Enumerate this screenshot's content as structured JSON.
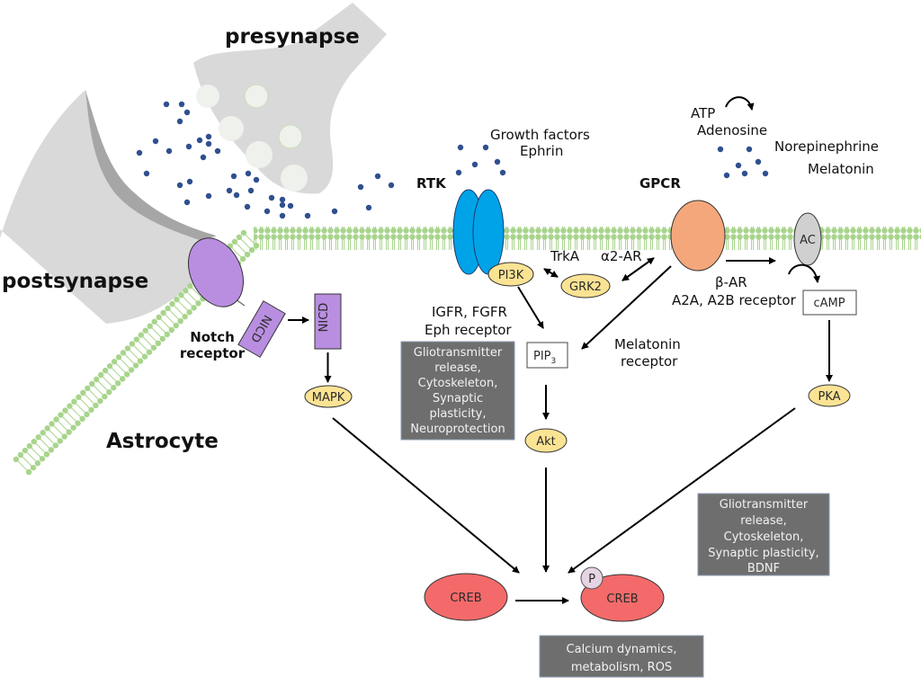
{
  "regions": {
    "presynapse": "presynapse",
    "postsynapse": "postsynapse",
    "astrocyte": "Astrocyte"
  },
  "receptors": {
    "notch": {
      "label_line1": "Notch",
      "label_line2": "receptor",
      "domain": "NICD"
    },
    "rtk": {
      "label": "RTK",
      "ligands_line1": "Growth factors",
      "ligands_line2": "Ephrin",
      "subtypes_line1": "IGFR, FGFR",
      "subtypes_line2": "Eph receptor"
    },
    "gpcr": {
      "label": "GPCR",
      "ligand_atp": "ATP",
      "ligand_adenosine": "Adenosine",
      "ligand_norepinephrine": "Norepinephrine",
      "ligand_melatonin": "Melatonin",
      "subtypes_beta_line1": "β-AR",
      "subtypes_beta_line2": "A2A, A2B receptor",
      "melatonin_receptor_line1": "Melatonin",
      "melatonin_receptor_line2": "receptor",
      "alpha2": "α2-AR",
      "trka": "TrkA"
    }
  },
  "nodes": {
    "nicd": "NICD",
    "mapk": "MAPK",
    "pi3k": "PI3K",
    "grk2": "GRK2",
    "pip3_base": "PIP",
    "pip3_sub": "3",
    "akt": "Akt",
    "ac": "AC",
    "camp": "cAMP",
    "pka": "PKA",
    "creb": "CREB",
    "pcreb": "CREB",
    "phospho": "P"
  },
  "outcome_boxes": {
    "rtk_box": [
      "Gliotransmitter",
      "release,",
      "Cytoskeleton,",
      "Synaptic",
      "plasticity,",
      "Neuroprotection"
    ],
    "gpcr_box": [
      "Gliotransmitter",
      "release,",
      "Cytoskeleton,",
      "Synaptic plasticity,",
      "BDNF"
    ],
    "creb_box": [
      "Calcium dynamics,",
      "metabolism, ROS"
    ]
  },
  "colors": {
    "membrane": "#a8d48c",
    "synapse_gray": "#d9d9d9",
    "synapse_dark": "#a6a6a6",
    "vesicle": "#eef1ec",
    "dot": "#2f4f8f",
    "notch": "#b98ee0",
    "rtk": "#00a3e8",
    "gpcr": "#f4a77a",
    "kinase": "#fbe394",
    "ac": "#d0d0d0",
    "creb": "#f46a6a",
    "phospho": "#e6d4e3",
    "box": "#6e6e6e"
  }
}
